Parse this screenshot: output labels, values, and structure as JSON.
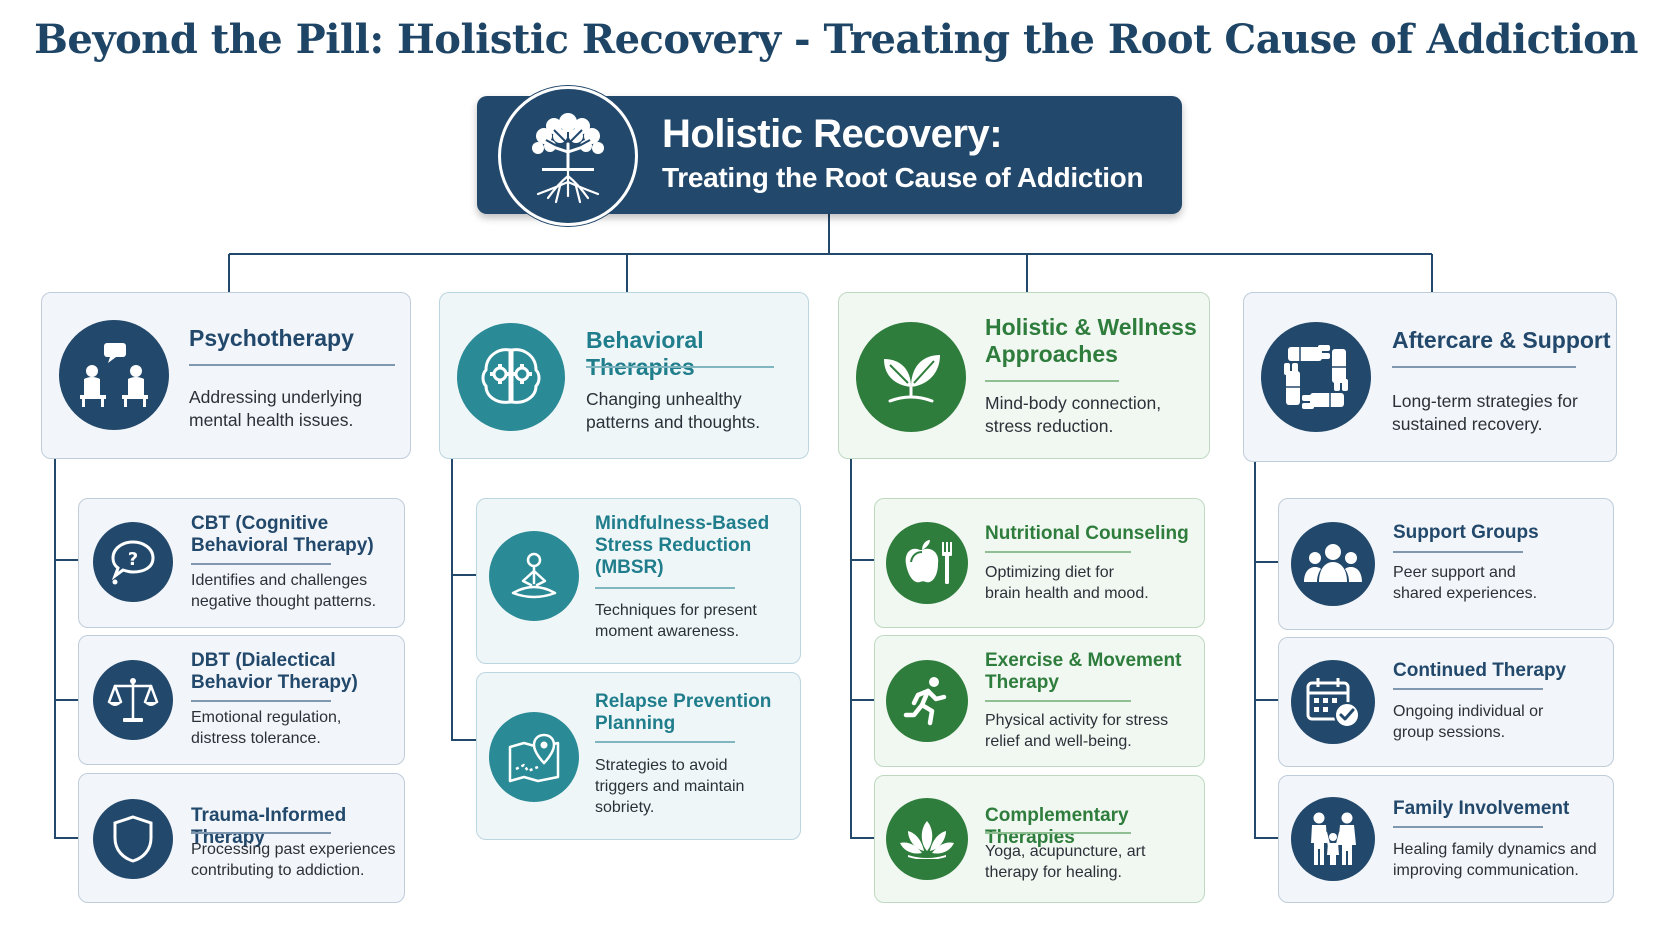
{
  "title": "Beyond the Pill: Holistic Recovery - Treating the Root Cause of Addiction",
  "root": {
    "title": "Holistic Recovery:",
    "subtitle": "Treating the Root Cause of Addiction",
    "icon": "tree-roots-icon"
  },
  "columns": [
    {
      "title": "Psychotherapy",
      "desc": [
        "Addressing underlying",
        "mental health issues."
      ],
      "icon": "therapy-session-icon",
      "accent": "#22486b",
      "items": [
        {
          "title": [
            "CBT (Cognitive",
            "Behavioral Therapy)"
          ],
          "desc": [
            "Identifies and challenges",
            "negative thought patterns."
          ],
          "icon": "thought-bubble-question-icon"
        },
        {
          "title": [
            "DBT (Dialectical",
            "Behavior Therapy)"
          ],
          "desc": [
            "Emotional regulation,",
            "distress tolerance."
          ],
          "icon": "balance-scale-icon"
        },
        {
          "title": [
            "Trauma-Informed Therapy"
          ],
          "desc": [
            "Processing past experiences",
            "contributing to addiction."
          ],
          "icon": "shield-icon"
        }
      ]
    },
    {
      "title": "Behavioral Therapies",
      "desc": [
        "Changing unhealthy",
        "patterns and thoughts."
      ],
      "icon": "brain-gears-icon",
      "accent": "#2a8a96",
      "items": [
        {
          "title": [
            "Mindfulness-Based",
            "Stress Reduction",
            "(MBSR)"
          ],
          "desc": [
            "Techniques for present",
            "moment awareness."
          ],
          "icon": "meditation-icon"
        },
        {
          "title": [
            "Relapse Prevention",
            "Planning"
          ],
          "desc": [
            "Strategies to avoid",
            "triggers and maintain",
            "sobriety."
          ],
          "icon": "map-pin-icon"
        }
      ]
    },
    {
      "title": "Holistic & Wellness Approaches",
      "title_lines": [
        "Holistic & Wellness",
        "Approaches"
      ],
      "desc": [
        "Mind-body connection,",
        "stress reduction."
      ],
      "icon": "sprout-icon",
      "accent": "#2e7d3c",
      "items": [
        {
          "title": [
            "Nutritional Counseling"
          ],
          "desc": [
            "Optimizing diet for",
            "brain health and mood."
          ],
          "icon": "apple-fork-icon"
        },
        {
          "title": [
            "Exercise & Movement",
            "Therapy"
          ],
          "desc": [
            "Physical activity for stress",
            "relief and well-being."
          ],
          "icon": "running-person-icon"
        },
        {
          "title": [
            "Complementary Therapies"
          ],
          "desc": [
            "Yoga, acupuncture, art",
            "therapy for healing."
          ],
          "icon": "lotus-icon"
        }
      ]
    },
    {
      "title": "Aftercare & Support",
      "desc": [
        "Long-term strategies for",
        "sustained recovery."
      ],
      "icon": "linked-hands-icon",
      "accent": "#22486b",
      "items": [
        {
          "title": [
            "Support Groups"
          ],
          "desc": [
            "Peer support and",
            "shared experiences."
          ],
          "icon": "group-people-icon"
        },
        {
          "title": [
            "Continued Therapy"
          ],
          "desc": [
            "Ongoing individual or",
            "group sessions."
          ],
          "icon": "calendar-check-icon"
        },
        {
          "title": [
            "Family Involvement"
          ],
          "desc": [
            "Healing family dynamics and",
            "improving communication."
          ],
          "icon": "family-icon"
        }
      ]
    }
  ]
}
